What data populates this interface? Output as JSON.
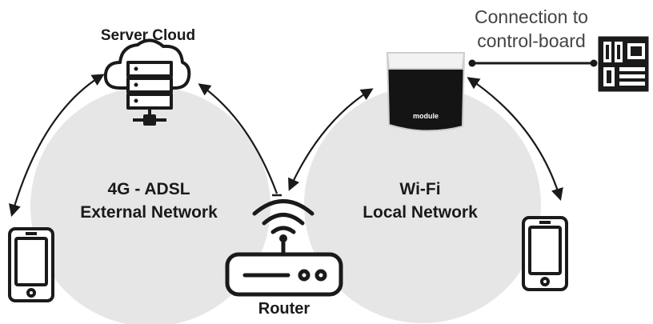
{
  "labels": {
    "server_cloud": "Server Cloud",
    "external_line1": "4G - ADSL",
    "external_line2": "External Network",
    "local_line1": "Wi-Fi",
    "local_line2": "Local Network",
    "router": "Router",
    "connection_line1": "Connection to",
    "connection_line2": "control-board",
    "module": "module"
  },
  "colors": {
    "circle_fill": "#e6e6e6",
    "stroke": "#1a1a1a",
    "module_top": "#f2f2f2"
  },
  "icons": [
    "cloud-server-icon",
    "wifi-router-icon",
    "smartphone-icon",
    "module-device-icon",
    "control-board-icon"
  ]
}
